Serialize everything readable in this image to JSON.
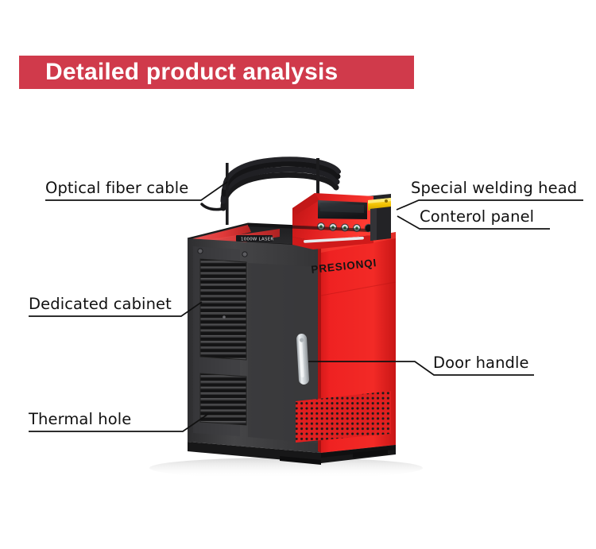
{
  "banner": {
    "title": "Detailed product analysis",
    "bg_color": "#d03a4b",
    "text_color": "#ffffff"
  },
  "callouts": [
    {
      "id": "optical-fiber-cable",
      "label": "Optical fiber cable",
      "side": "left"
    },
    {
      "id": "dedicated-cabinet",
      "label": "Dedicated cabinet",
      "side": "left"
    },
    {
      "id": "thermal-hole",
      "label": "Thermal hole",
      "side": "left"
    },
    {
      "id": "special-welding-head",
      "label": "Special welding head",
      "side": "right"
    },
    {
      "id": "conterol-panel",
      "label": "Conterol panel",
      "side": "right"
    },
    {
      "id": "door-handle",
      "label": "Door handle",
      "side": "right"
    }
  ],
  "product": {
    "brand_text": "PRESIONQI",
    "stripe_text": "1000W LASER",
    "body_color": "#ee2222",
    "cabinet_color": "#3a3a3a",
    "accent_yellow": "#f5c400",
    "handle_color": "#d9dde0"
  }
}
